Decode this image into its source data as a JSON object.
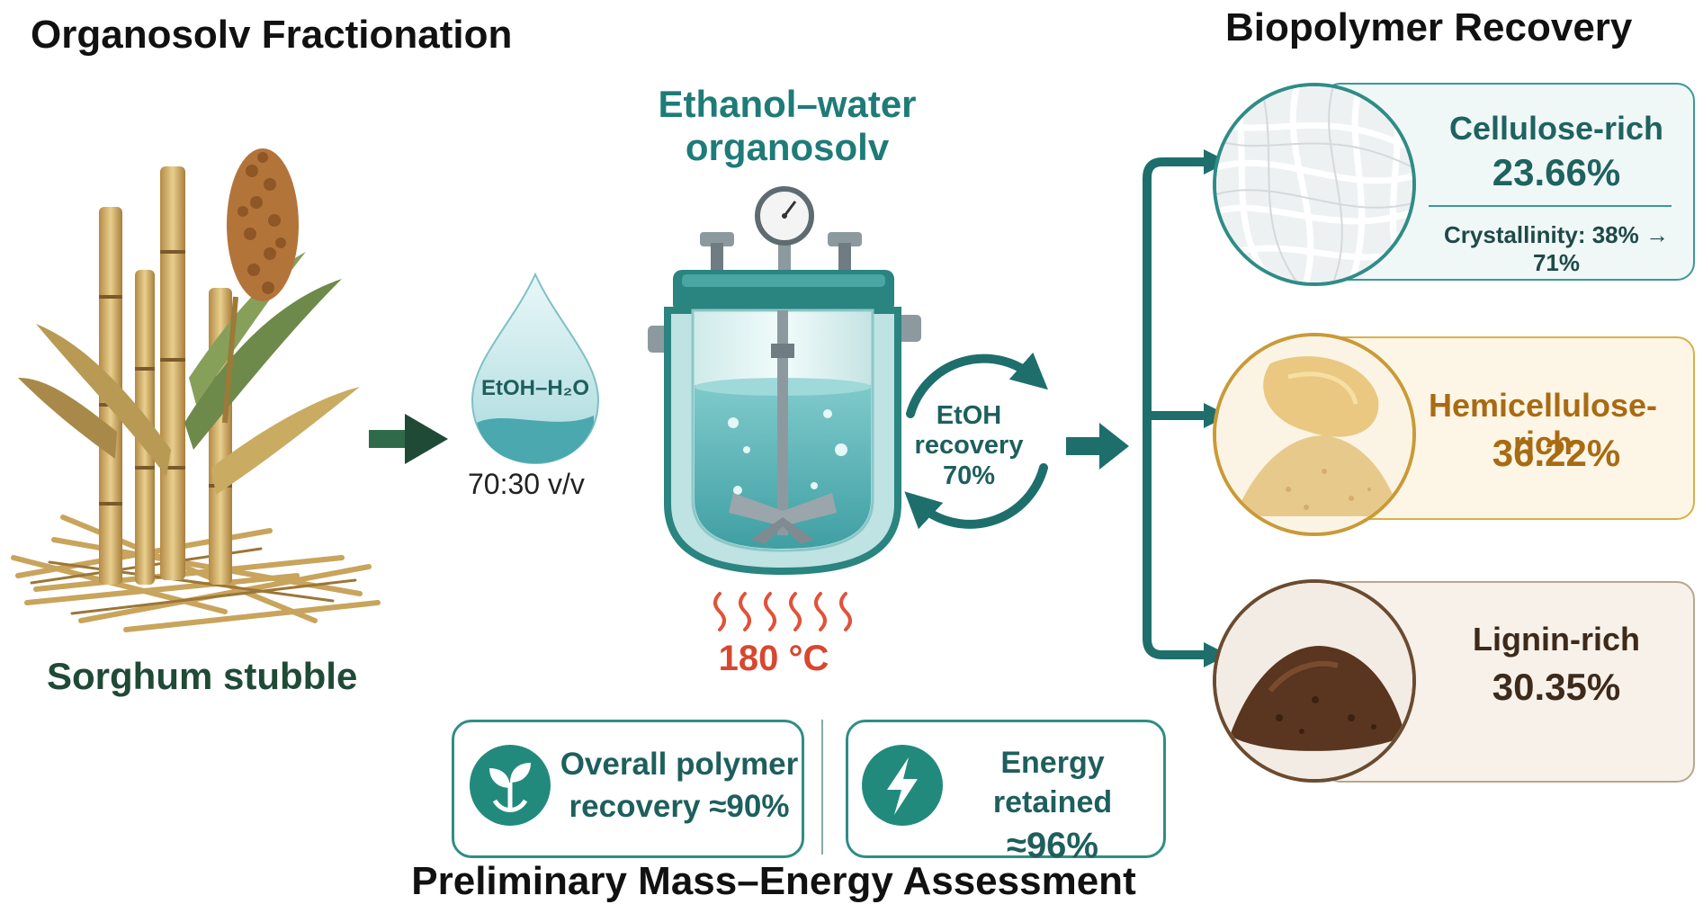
{
  "title": "Organosolv Fractionation",
  "biopolymer_title": "Biopolymer Recovery",
  "feedstock": {
    "label": "Sorghum stubble"
  },
  "solvent": {
    "formula": "EtOH–H₂O",
    "ratio": "70:30 v/v"
  },
  "reactor": {
    "title_line1": "Ethanol–water",
    "title_line2": "organosolv",
    "temperature": "180 °C"
  },
  "etoh_recovery": {
    "line1": "EtOH",
    "line2": "recovery",
    "line3": "70%"
  },
  "fractions": {
    "cellulose": {
      "name": "Cellulose-rich",
      "value": "23.66%",
      "crystallinity": "Crystallinity: 38% → 71%"
    },
    "hemicellulose": {
      "name": "Hemicellulose-rich",
      "value": "36.22%"
    },
    "lignin": {
      "name": "Lignin-rich",
      "value": "30.35%"
    }
  },
  "metrics": {
    "polymer": {
      "line1": "Overall polymer",
      "line2": "recovery ≈90%",
      "icon": "leaf-icon"
    },
    "energy": {
      "line1": "Energy retained",
      "line2": "≈96%",
      "icon": "lightning-icon"
    }
  },
  "assessment_title": "Preliminary Mass–Energy Assessment",
  "colors": {
    "teal": "#1e7b78",
    "arrow_dark": "#1f4a36",
    "heat_red": "#d8472f",
    "hemi_gold": "#a86b14",
    "lignin_brown": "#3d2a1a"
  }
}
